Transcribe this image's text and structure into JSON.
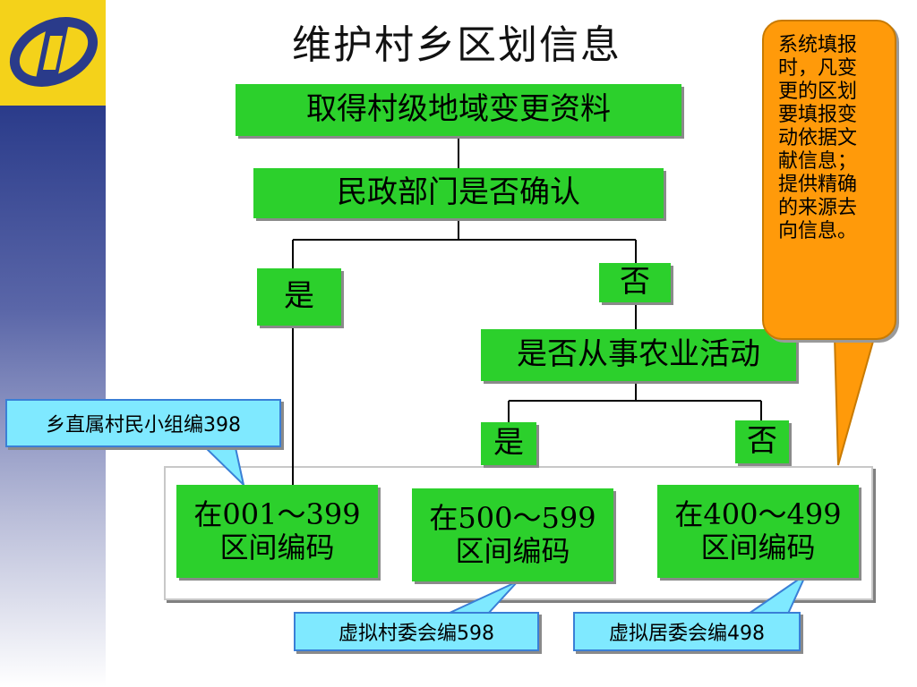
{
  "title": "维护村乡区划信息",
  "flow": {
    "step1": "取得村级地域变更资料",
    "step2": "民政部门是否确认",
    "yes1": "是",
    "no1": "否",
    "step3": "是否从事农业活动",
    "yes2": "是",
    "no2": "否",
    "range1": [
      "在001～399",
      "区间编码"
    ],
    "range2": [
      "在500～599",
      "区间编码"
    ],
    "range3": [
      "在400～499",
      "区间编码"
    ]
  },
  "callouts": {
    "township": "乡直属村民小组编398",
    "virtual_village": "虚拟村委会编598",
    "virtual_resident": "虚拟居委会编498"
  },
  "note": [
    "系统填报",
    "时，凡变",
    "更的区划",
    "要填报变",
    "动依据文",
    "献信息；",
    "提供精确",
    "的来源去",
    "向信息。"
  ],
  "colors": {
    "box_green": "#2cd02c",
    "callout_blue": "#7fe9ff",
    "note_orange": "#ff9a0a",
    "logo_yellow": "#f4d21a",
    "sidebar_blue": "#2a3b8a"
  }
}
